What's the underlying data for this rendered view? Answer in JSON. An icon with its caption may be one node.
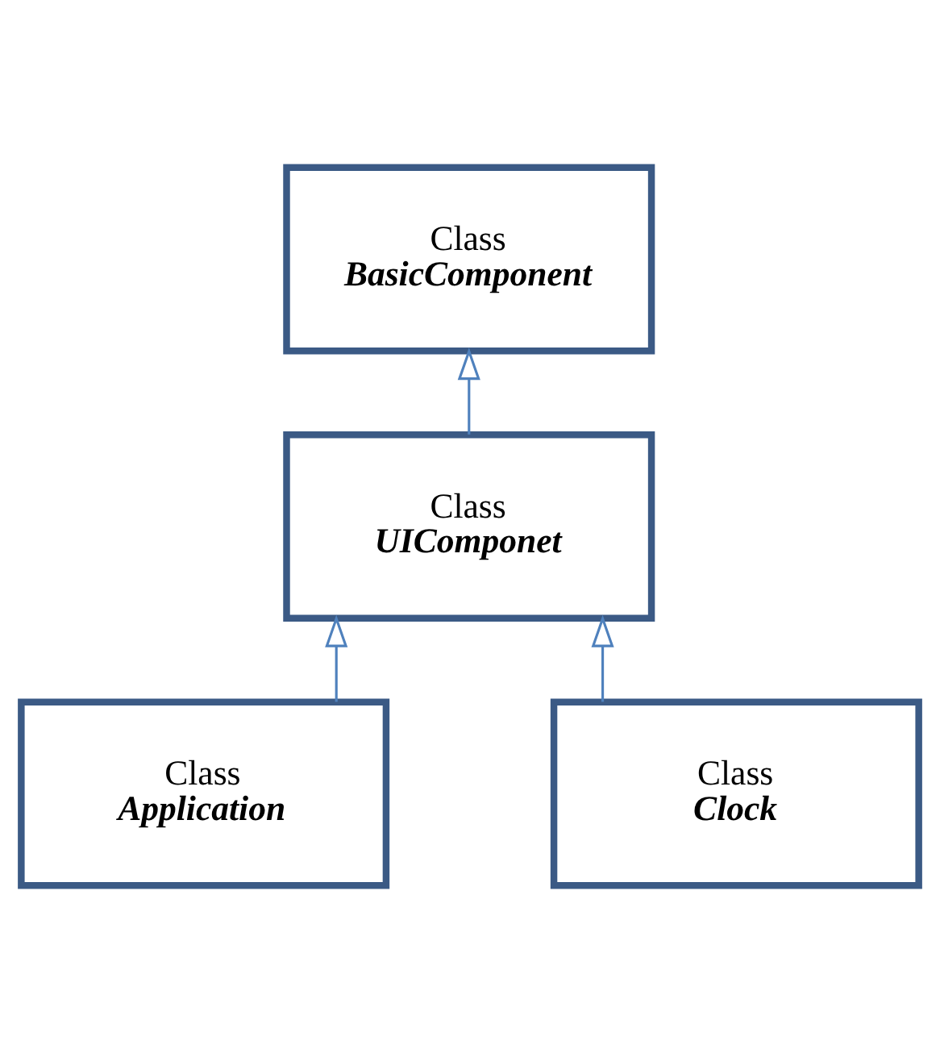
{
  "diagram": {
    "nodes": [
      {
        "text": [
          "Class",
          "BasicComponent"
        ]
      },
      {
        "text": [
          "Class",
          "UIComponet"
        ]
      },
      {
        "text": [
          "Class",
          "Application"
        ]
      },
      {
        "text": [
          "Class",
          "Clock"
        ]
      }
    ],
    "edges": [
      {
        "from": 1,
        "to": 0,
        "arrow": "to"
      },
      {
        "from": 2,
        "to": 1,
        "arrow": "to"
      },
      {
        "from": 3,
        "to": 1,
        "arrow": "to"
      }
    ]
  }
}
